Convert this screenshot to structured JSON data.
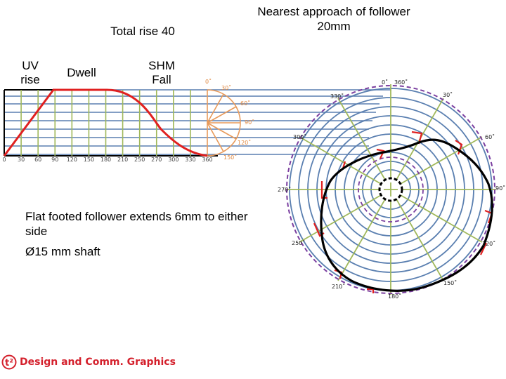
{
  "titles": {
    "total_rise": "Total rise 40",
    "nearest_approach": "Nearest approach of follower 20mm"
  },
  "segments": {
    "uv_rise": "UV rise",
    "dwell": "Dwell",
    "shm_fall": "SHM Fall"
  },
  "notes": {
    "flat_foot": "Flat footed follower extends 6mm to either side",
    "shaft": "Ø15 mm shaft"
  },
  "displacement_axis_ticks": [
    "0",
    "30",
    "60",
    "90",
    "120",
    "150",
    "180",
    "210",
    "250",
    "270",
    "300",
    "330",
    "360"
  ],
  "shm_circle_ticks": [
    "0˚",
    "30˚",
    "60˚",
    "90˚",
    "120˚",
    "150˚"
  ],
  "cam_angle_labels": {
    "deg0": "0˚",
    "deg360": "360˚",
    "deg30": "30˚",
    "deg60": "60˚",
    "deg90": "90˚",
    "deg120": "120˚",
    "deg150": "150˚",
    "deg180": "180˚",
    "deg210": "210˚",
    "deg250": "250˚",
    "deg270": "270˚",
    "deg300": "300˚",
    "deg330": "330˚"
  },
  "logo": {
    "mark": "t²",
    "text": "Design and Comm. Graphics"
  },
  "colors": {
    "profile_red": "#e02020",
    "grid_green": "#a0b85a",
    "circle_blue": "#5a7fb0",
    "shm_orange": "#e89a5a",
    "dash_purple": "#7b3fa0",
    "cam_black": "#000000"
  }
}
